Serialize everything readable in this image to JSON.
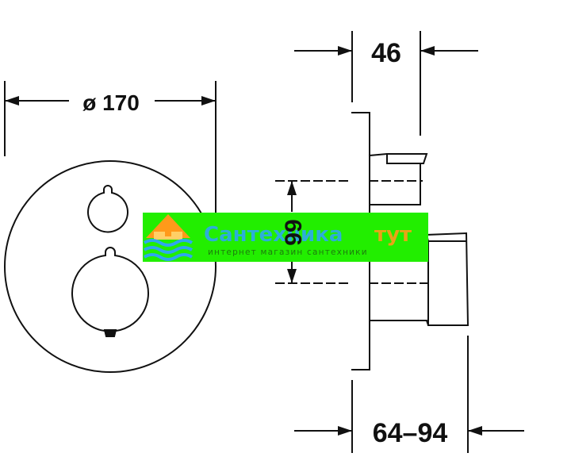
{
  "dimensions": {
    "width_top": "46",
    "diameter": "ø 170",
    "height_mid": "99",
    "depth_bottom": "64–94"
  },
  "watermark": {
    "brand_main": "Сантехника",
    "brand_accent": "тут",
    "tagline": "интернет магазин сантехники",
    "colors": {
      "banner": "#22ee00",
      "brand_blue": "#2fa6ef",
      "brand_orange": "#ff9a1a",
      "tagline": "#1a1a1a"
    }
  },
  "colors": {
    "line": "#111111",
    "background": "#ffffff"
  }
}
